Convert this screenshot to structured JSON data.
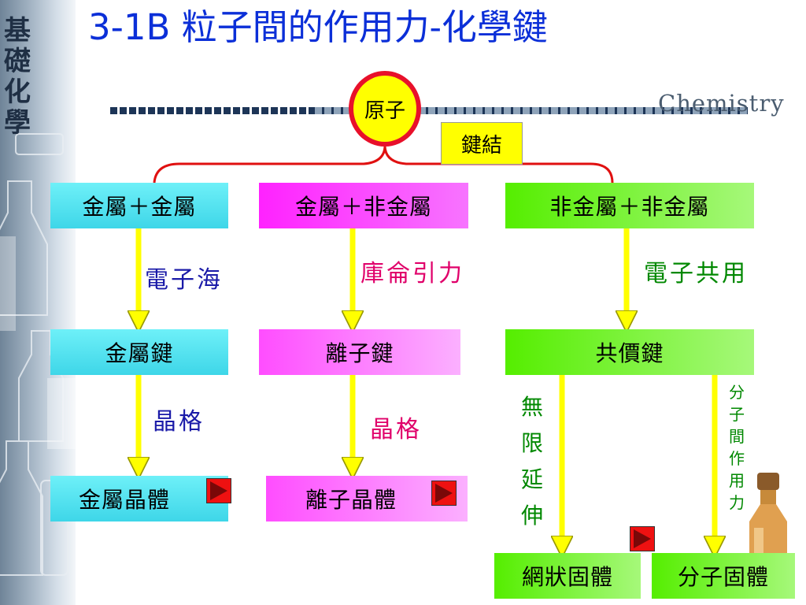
{
  "sidebar": {
    "vertical_title": [
      "基",
      "礎",
      "化",
      "學"
    ]
  },
  "header": {
    "title_prefix": "3-1B",
    "title_main": " 粒子間的作用力-化學鍵",
    "watermark": "Chemistry"
  },
  "diagram": {
    "root": "原子",
    "connector_label": "鍵結",
    "branches": [
      {
        "pair": "金屬＋金屬",
        "mechanism": "電子海",
        "bond": "金屬鍵",
        "structure_label": "晶格",
        "solid": "金屬晶體"
      },
      {
        "pair": "金屬＋非金屬",
        "mechanism": "庫侖引力",
        "bond": "離子鍵",
        "structure_label": "晶格",
        "solid": "離子晶體"
      },
      {
        "pair": "非金屬＋非金屬",
        "mechanism": "電子共用",
        "bond": "共價鍵",
        "left": {
          "label_chars": [
            "無",
            "限",
            "延",
            "伸"
          ],
          "solid": "網狀固體"
        },
        "right": {
          "label_chars": [
            "分",
            "子",
            "間",
            "作",
            "用",
            "力"
          ],
          "solid": "分子固體"
        }
      }
    ]
  },
  "colors": {
    "title": "#0b2fd8",
    "atom_fill": "#ffff00",
    "atom_ring": "#e8102a",
    "arrow": "#ffff00",
    "mech_blue": "#1a1aa8",
    "mech_red": "#e0006a",
    "mech_green": "#008800"
  }
}
